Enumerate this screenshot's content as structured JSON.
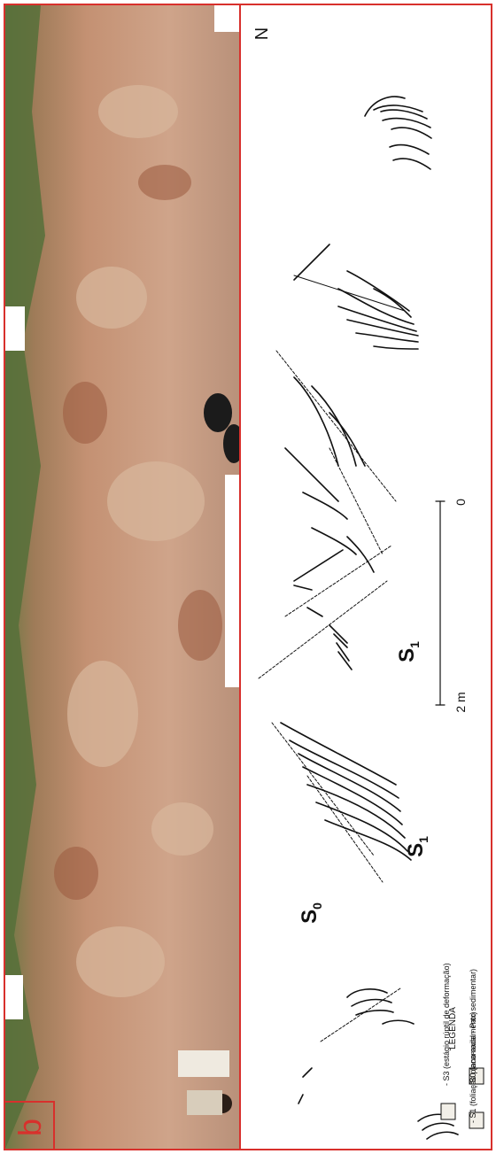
{
  "panel_label": "b",
  "north_label": "N",
  "structure_labels": {
    "s0": {
      "main": "S",
      "sub": "0"
    },
    "s1_left": {
      "main": "S",
      "sub": "1"
    },
    "s1_right": {
      "main": "S",
      "sub": "1"
    }
  },
  "scale_bar": {
    "start": "0",
    "end": "2 m"
  },
  "legend": {
    "title": "LEGENDA",
    "items": [
      {
        "symbol": "S0",
        "text": "- S0 (acamadamento sedimentar)"
      },
      {
        "symbol": "S1",
        "text": "- S1 (foliação plano-axial - Pax)"
      },
      {
        "symbol": "S3",
        "text": "- S3 (estágio rúptil de deformação)"
      }
    ]
  },
  "colors": {
    "frame": "#d8302c",
    "soil": "#c59a7d",
    "grass": "#5e7a3a",
    "ink": "#111111"
  }
}
